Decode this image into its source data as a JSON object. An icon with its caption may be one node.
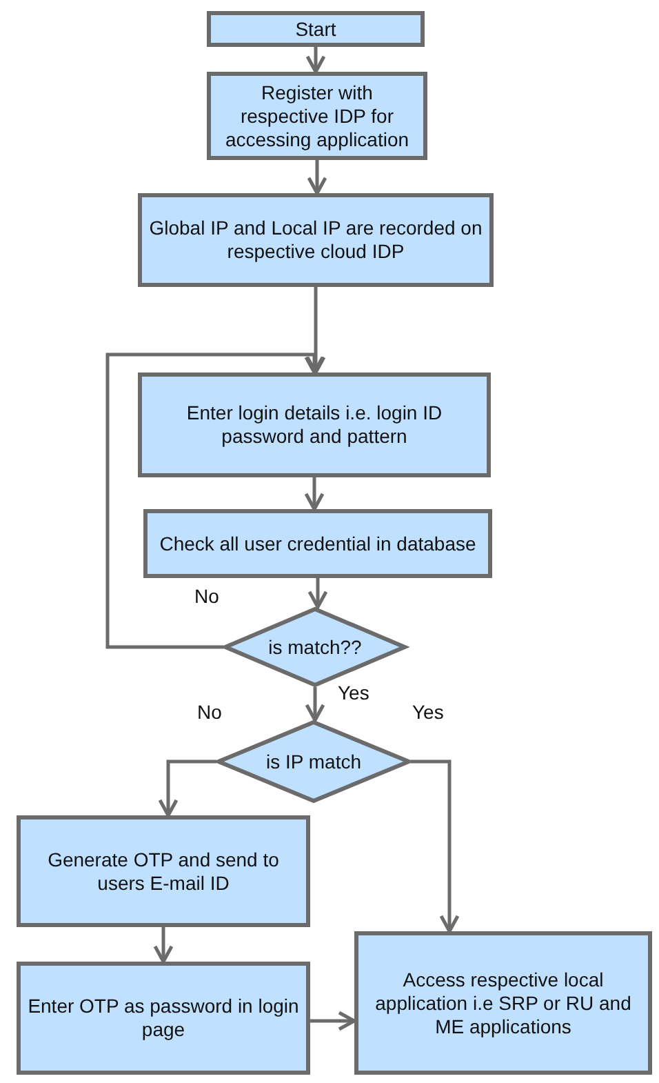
{
  "diagram": {
    "nodes": [
      {
        "text": [
          "Start"
        ]
      },
      {
        "text": [
          "Register with respective IDP for accessing application"
        ]
      },
      {
        "text": [
          "Global IP and Local IP are recorded on respective cloud IDP"
        ]
      },
      {
        "text": [
          "Enter login details i.e. login ID password and pattern"
        ]
      },
      {
        "text": [
          "Check all user credential in database"
        ]
      },
      {
        "text": [
          "is match??"
        ]
      },
      {
        "text": [
          "is IP match"
        ]
      },
      {
        "text": [
          "Generate OTP and send to users E-mail ID"
        ]
      },
      {
        "text": [
          "Enter OTP as password in login page"
        ]
      },
      {
        "text": [
          "Access respective local application i.e SRP or RU and ME applications"
        ]
      }
    ],
    "edges": [
      {
        "from": 0,
        "to": 1,
        "arrow": "to"
      },
      {
        "from": 1,
        "to": 2,
        "arrow": "to"
      },
      {
        "from": 2,
        "to": 3,
        "arrow": "to"
      },
      {
        "from": 3,
        "to": 4,
        "arrow": "to"
      },
      {
        "from": 4,
        "to": 5,
        "arrow": "to"
      },
      {
        "from": 5,
        "to": 3,
        "arrow": "to",
        "label": "No"
      },
      {
        "from": 5,
        "to": 6,
        "arrow": "to",
        "label": "Yes"
      },
      {
        "from": 6,
        "to": 7,
        "arrow": "to",
        "label": "No"
      },
      {
        "from": 6,
        "to": 9,
        "arrow": "to",
        "label": "Yes"
      },
      {
        "from": 7,
        "to": 8,
        "arrow": "to"
      },
      {
        "from": 8,
        "to": 9,
        "arrow": "to"
      }
    ]
  }
}
